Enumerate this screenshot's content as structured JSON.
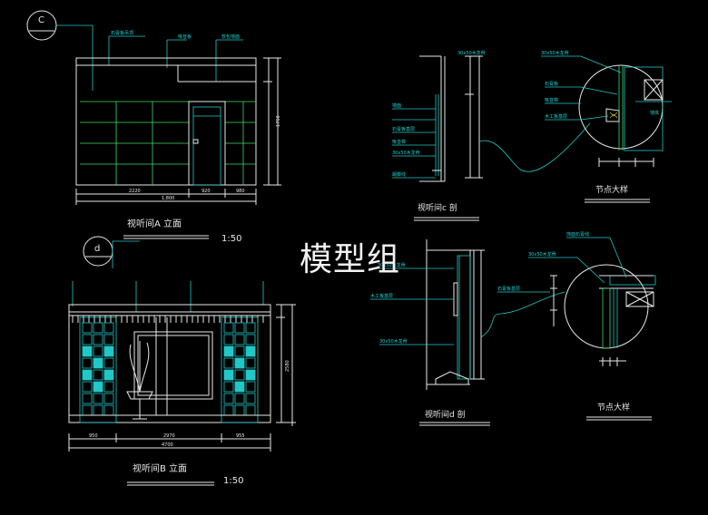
{
  "watermark": "模型组",
  "views": {
    "a_elevation": {
      "tag": "C",
      "title": "视听间A 立面",
      "scale": "1:50",
      "dims": [
        "2220",
        "920",
        "980",
        "1,800",
        "1750"
      ]
    },
    "b_elevation": {
      "tag": "d",
      "title": "视听间B 立面",
      "scale": "1:50",
      "dims": [
        "950",
        "2970",
        "955",
        "4700",
        "2580"
      ]
    },
    "c_section": {
      "title": "视听间c 剖"
    },
    "d_section": {
      "title": "视听间d 剖"
    },
    "detail_1": {
      "title": "节点大样"
    },
    "detail_2": {
      "title": "节点大样"
    }
  },
  "notes": {
    "section_c": [
      "30x50木龙骨",
      "墙面",
      "石膏板基层",
      "吸音棉",
      "30x50木龙骨",
      "踢脚线"
    ],
    "section_d": [
      "30x50木龙骨",
      "木工板基层",
      "30x50木龙骨"
    ],
    "detail_1": [
      "30x50木龙骨",
      "石膏板",
      "吸音棉",
      "木工板基层",
      "墙体"
    ],
    "detail_2": [
      "饰面石膏线",
      "30x50木龙骨",
      "石膏板基层"
    ]
  }
}
